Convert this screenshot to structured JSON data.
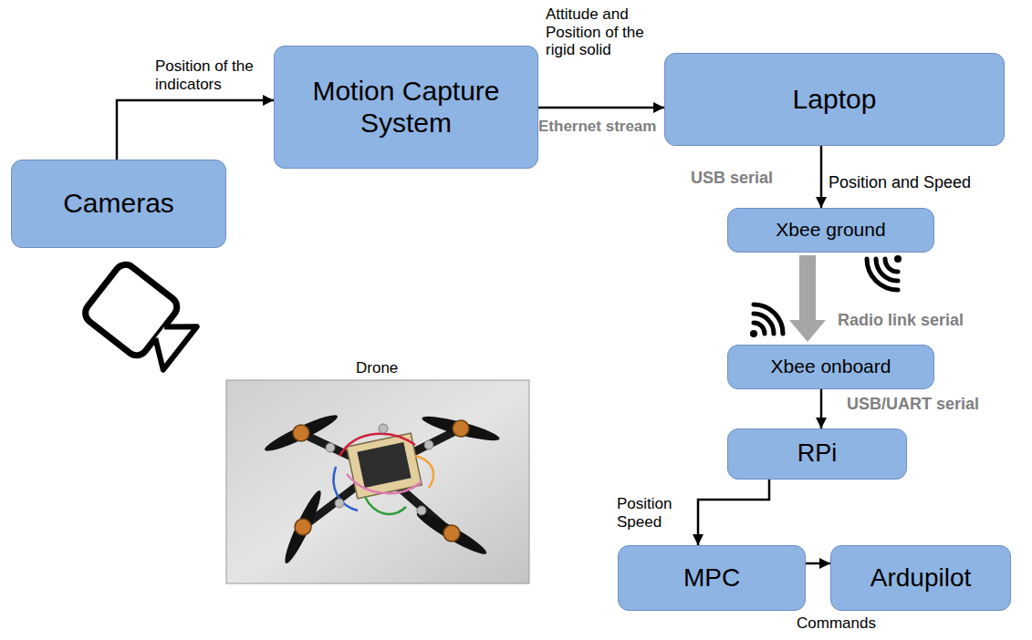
{
  "diagram": {
    "nodes": [
      {
        "text": [
          "Cameras"
        ]
      },
      {
        "text": [
          "Motion Capture System"
        ]
      },
      {
        "text": [
          "Laptop"
        ]
      },
      {
        "text": [
          "Xbee ground"
        ]
      },
      {
        "text": [
          "Xbee onboard"
        ]
      },
      {
        "text": [
          "RPi"
        ]
      },
      {
        "text": [
          "MPC"
        ]
      },
      {
        "text": [
          "Ardupilot"
        ]
      }
    ],
    "edges": [
      {
        "from": 0,
        "to": 1,
        "arrow": "to",
        "label": "Position of the indicators"
      },
      {
        "from": 1,
        "to": 2,
        "arrow": "to",
        "label": "Attitude and Position of the rigid solid"
      },
      {
        "from": 2,
        "to": 3,
        "arrow": "to",
        "label": "Position and Speed"
      },
      {
        "from": 3,
        "to": 4,
        "arrow": "to"
      },
      {
        "from": 4,
        "to": 5,
        "arrow": "to"
      },
      {
        "from": 5,
        "to": 6,
        "arrow": "to",
        "label": "Position Speed"
      },
      {
        "from": 6,
        "to": 7,
        "arrow": "to",
        "label": "Commands"
      }
    ],
    "labels": [
      "Ethernet stream",
      "USB serial",
      "Radio link serial",
      "USB/UART serial",
      "Drone"
    ]
  }
}
